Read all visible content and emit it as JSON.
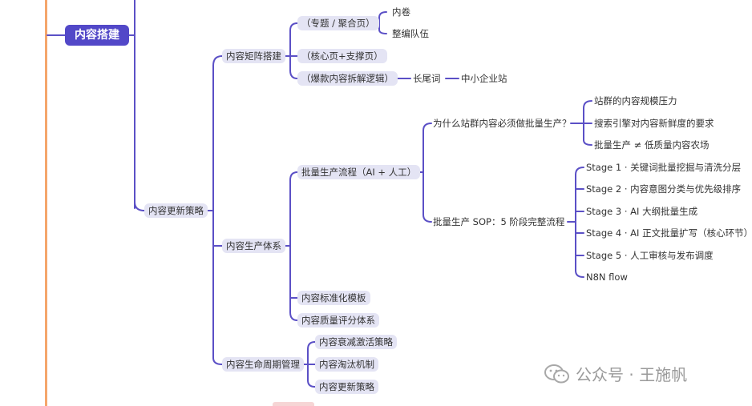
{
  "root": "内容搭建",
  "level1": {
    "matrix": "内容矩阵搭建",
    "update": "内容更新策略",
    "production": "内容生产体系",
    "lifecycle": "内容生命周期管理"
  },
  "matrix": {
    "topic_page": "（专题 / 聚合页）",
    "topic_children": [
      "内卷",
      "整编队伍"
    ],
    "core_page": "（核心页+支撑页）",
    "viral": "（爆款内容拆解逻辑）",
    "longtail": "长尾词",
    "sme": "中小企业站"
  },
  "production": {
    "batch_flow": "批量生产流程（AI + 人工）",
    "why": "为什么站群内容必须做批量生产？",
    "why_children": [
      "站群的内容规模压力",
      "搜索引擎对内容新鲜度的要求",
      "批量生产 ≠ 低质量内容农场"
    ],
    "sop": "批量生产 SOP：5 阶段完整流程",
    "sop_children": [
      "Stage 1 · 关键词批量挖掘与清洗分层",
      "Stage 2 · 内容意图分类与优先级排序",
      "Stage 3 · AI 大纲批量生成",
      "Stage 4 · AI 正文批量扩写（核心环节）",
      "Stage 5 · 人工审核与发布调度",
      "N8N flow"
    ],
    "template": "内容标准化模板",
    "quality": "内容质量评分体系"
  },
  "lifecycle": {
    "children": [
      "内容衰减激活策略",
      "内容淘汰机制",
      "内容更新策略"
    ]
  },
  "watermark": "公众号 · 王施帆",
  "colors": {
    "line": "#5b50c6",
    "root_bg": "#5248c8",
    "pill_bg": "#e4e4f4",
    "left_bar": "#f5a66b"
  }
}
